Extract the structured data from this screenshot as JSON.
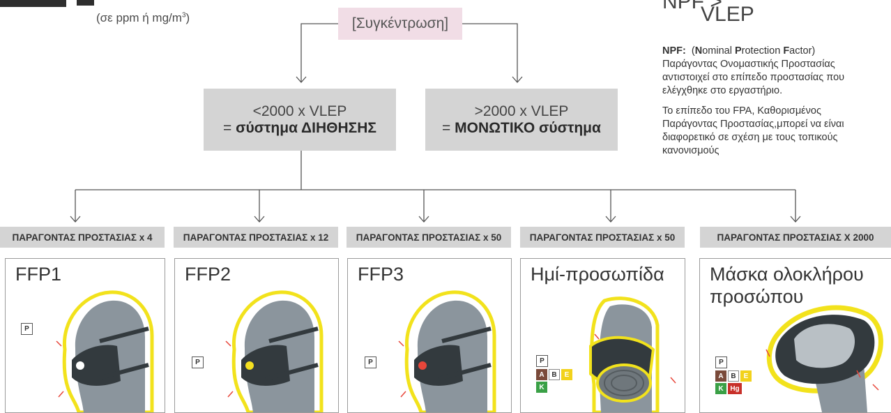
{
  "subtitle": {
    "text": "(σε ppm ή mg/m",
    "sup": "3",
    "close": ")"
  },
  "concentration": "[Συγκέντρωση]",
  "systems": [
    {
      "line1": "<2000 x VLEP",
      "prefix": "= ",
      "bold": "σύστημα ΔΙΗΘΗΣΗΣ"
    },
    {
      "line1": ">2000 x VLEP",
      "prefix": "= ",
      "bold": "ΜΟΝΩΤΙΚΟ σύστημα"
    }
  ],
  "npf": {
    "formula_left": "NPF >",
    "formula_right": "VLEP",
    "abbr": "NPF:",
    "def_prefix": "(",
    "def_N": "N",
    "def_ominal": "ominal ",
    "def_P": "P",
    "def_rotection": "rotection ",
    "def_F": "F",
    "def_actor": "actor)",
    "para1": "Παράγοντας Ονομαστικής Προστασίας αντιστοιχεί στο επίπεδο προστασίας που ελέγχθηκε στο εργαστήριο.",
    "para2": "Το επίπεδο του FPA, Καθορισμένος Παράγοντας Προστασίας,μπορεί να είναι διαφορετικό σε σχέση με τους τοπικούς κανονισμούς"
  },
  "levels": [
    {
      "label": "ΠΑΡΑΓΟΝΤΑΣ ΠΡΟΣΤΑΣΙΑΣ x 4",
      "title": "FFP1",
      "filter": "P",
      "dot": "#ffffff"
    },
    {
      "label": "ΠΑΡΑΓΟΝΤΑΣ ΠΡΟΣΤΑΣΙΑΣ x 12",
      "title": "FFP2",
      "filter": "P",
      "dot": "#f5e020"
    },
    {
      "label": "ΠΑΡΑΓΟΝΤΑΣ ΠΡΟΣΤΑΣΙΑΣ x 50",
      "title": "FFP3",
      "filter": "P",
      "dot": "#e8463a"
    },
    {
      "label": "ΠΑΡΑΓΟΝΤΑΣ ΠΡΟΣΤΑΣΙΑΣ x 50",
      "title": "Ημί-προσωπίδα",
      "filter": "P",
      "gas": [
        "A",
        "B",
        "E",
        "K"
      ]
    },
    {
      "label": "ΠΑΡΑΓΟΝΤΑΣ ΠΡΟΣΤΑΣΙΑΣ Χ 2000",
      "title": "Μάσκα ολοκλήρου προσώπου",
      "filter": "P",
      "gas": [
        "A",
        "B",
        "E",
        "K",
        "Hg"
      ]
    }
  ],
  "colors": {
    "accent_yellow": "#f2e21c",
    "gas_A": "#7a4a3a",
    "gas_B": "#8a8a8a",
    "gas_E": "#f2d21c",
    "gas_K": "#3aa046",
    "gas_Hg": "#c8302a",
    "head": "#8b959d",
    "mask": "#333a3e"
  }
}
